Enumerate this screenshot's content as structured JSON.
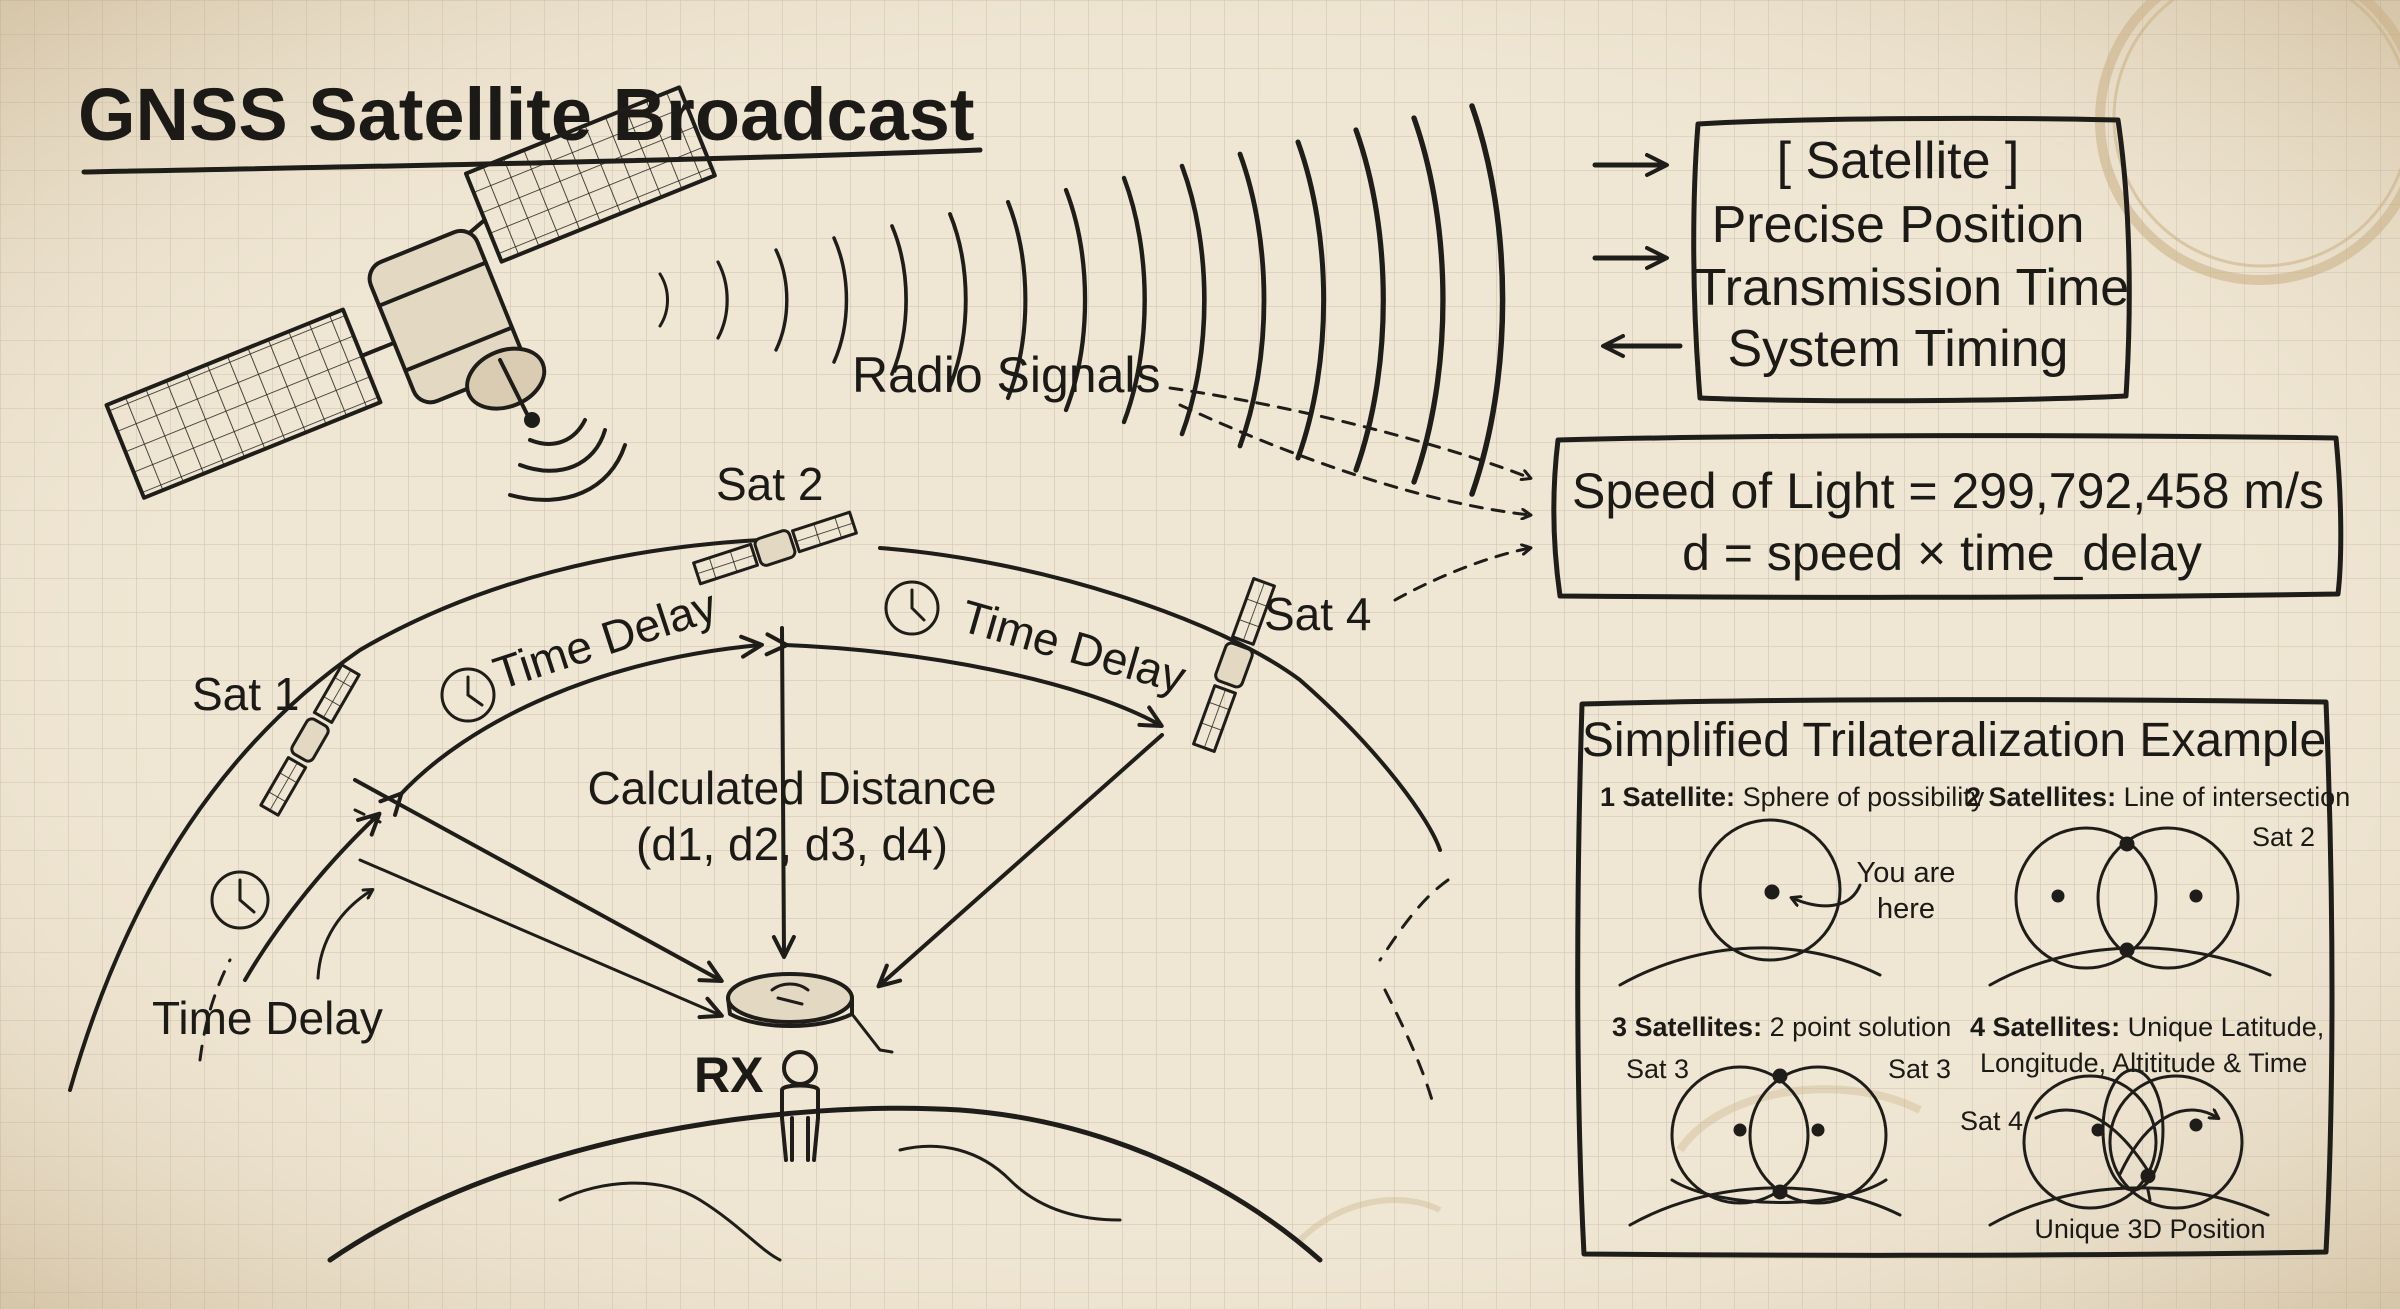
{
  "title": "GNSS Satellite Broadcast",
  "radio_signals_label": "Radio Signals",
  "info_box": {
    "lines": [
      "[ Satellite ]",
      "Precise Position",
      "Transmission Time",
      "System Timing"
    ]
  },
  "speed_box": {
    "line1": "Speed of Light = 299,792,458 m/s",
    "line2": "d = speed × time_delay"
  },
  "satellites": {
    "sat1": "Sat 1",
    "sat2": "Sat 2",
    "sat4": "Sat 4"
  },
  "time_delay_labels": {
    "left_arc": "Time Delay",
    "right_arc": "Time Delay",
    "lower_left": "Time Delay"
  },
  "calculated_distance": {
    "line1": "Calculated Distance",
    "line2": "(d1, d2, d3, d4)"
  },
  "receiver_label": "RX",
  "trilateration": {
    "title": "Simplified Trilateralization Example",
    "p1": {
      "bold": "1 Satellite:",
      "rest": " Sphere of possibility",
      "note1": "You are",
      "note2": "here"
    },
    "p2": {
      "bold": "2 Satellites:",
      "rest": " Line of intersection",
      "sat": "Sat 2"
    },
    "p3": {
      "bold": "3 Satellites:",
      "rest": " 2 point solution",
      "sat_left": "Sat 3",
      "sat_right": "Sat 3"
    },
    "p4": {
      "bold": "4 Satellites:",
      "rest": " Unique Latitude,",
      "line2": "Longitude, Altititude & Time",
      "sat": "Sat 4",
      "caption": "Unique 3D Position"
    }
  },
  "colors": {
    "paper": "#efe6d3",
    "grid": "#d2c8b4",
    "ink": "#1f1d19",
    "stain": "#c9ae84"
  }
}
